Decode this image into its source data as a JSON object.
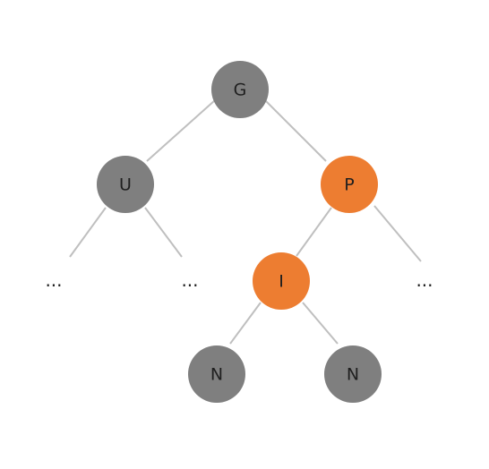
{
  "colors": {
    "edge": "#bfbfbf",
    "gray_node": "#7f7f7f",
    "orange_node": "#ed7d31",
    "label": "#1f1f1f"
  },
  "nodes": {
    "g": {
      "label": "G",
      "color": "gray"
    },
    "u": {
      "label": "U",
      "color": "gray"
    },
    "p": {
      "label": "P",
      "color": "orange"
    },
    "i": {
      "label": "I",
      "color": "orange"
    },
    "n_left": {
      "label": "N",
      "color": "gray"
    },
    "n_right": {
      "label": "N",
      "color": "gray"
    }
  },
  "ellipses": {
    "u_left": "...",
    "u_right": "...",
    "p_right": "..."
  }
}
